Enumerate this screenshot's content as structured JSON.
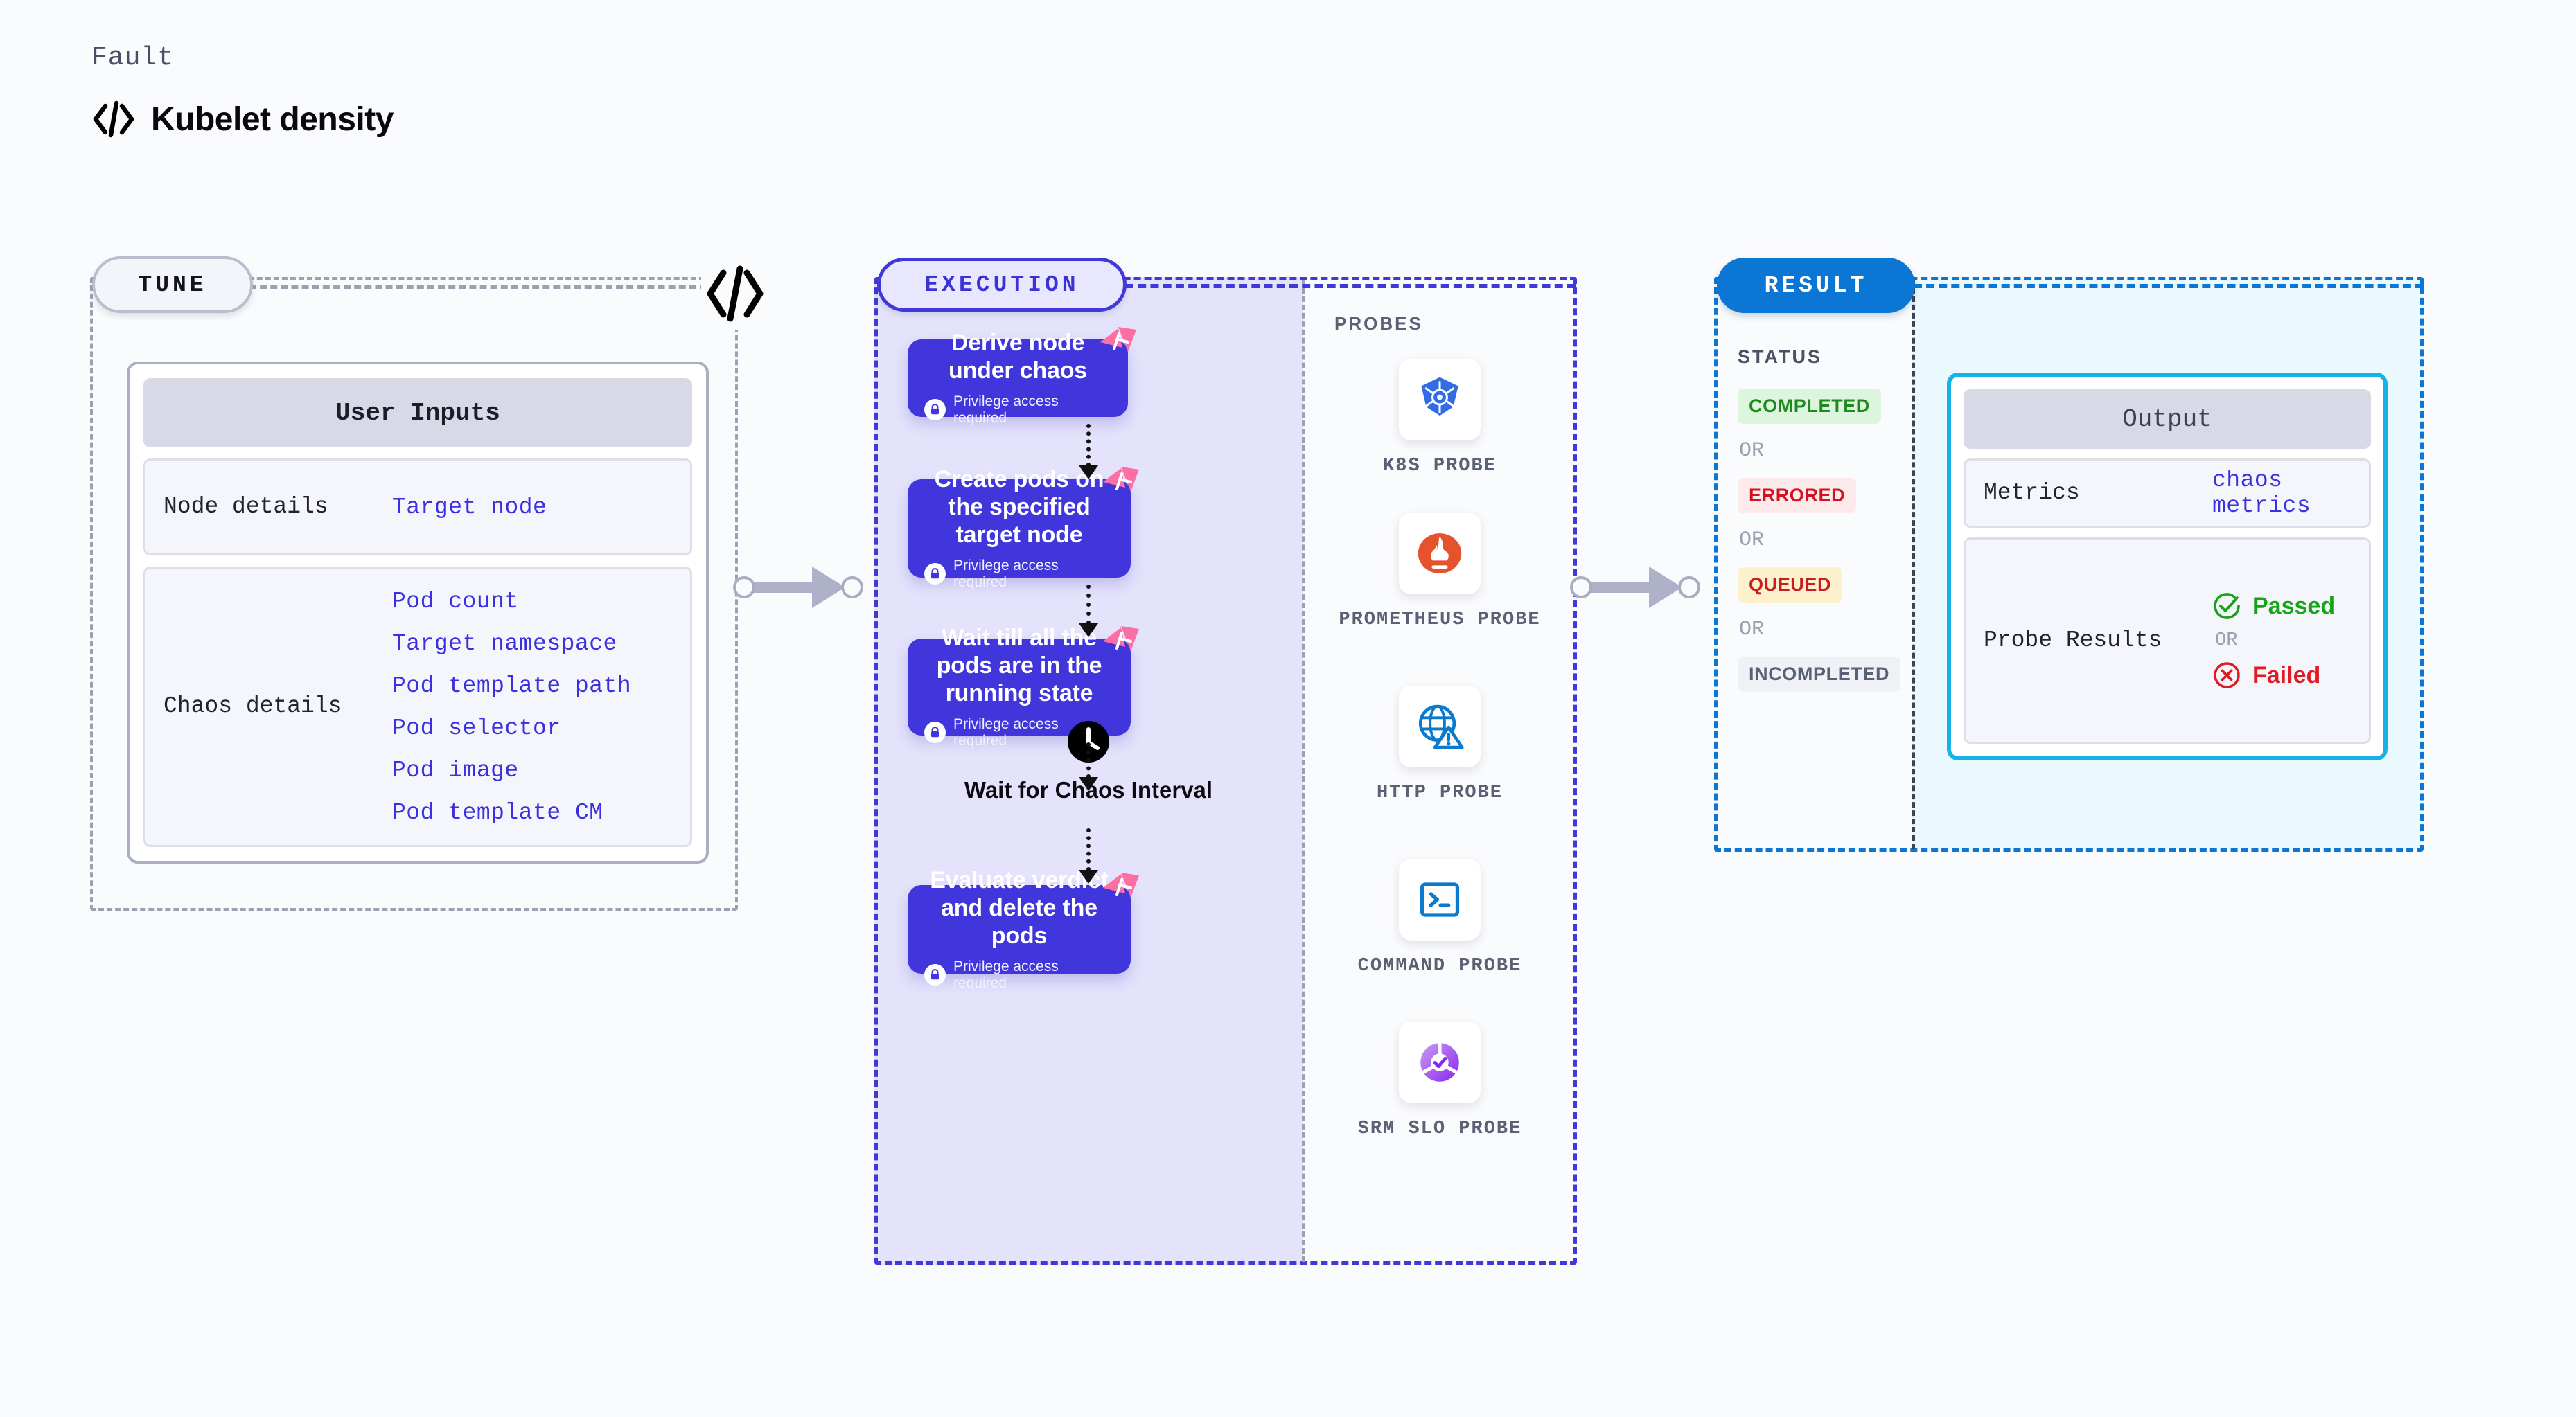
{
  "header": {
    "eyebrow": "Fault",
    "title": "Kubelet density",
    "icon": "code-icon"
  },
  "tune": {
    "chip_label": "TUNE",
    "code_icon": "code-icon",
    "card": {
      "header": "User Inputs",
      "fields": [
        {
          "label": "Node details",
          "values": [
            "Target node"
          ]
        },
        {
          "label": "Chaos details",
          "values": [
            "Pod count",
            "Target namespace",
            "Pod template path",
            "Pod selector",
            "Pod image",
            "Pod template CM"
          ]
        }
      ]
    }
  },
  "execution": {
    "chip_label": "EXECUTION",
    "privilege_note": "Privilege access required",
    "nodes": [
      {
        "title": "Derive node under chaos",
        "privileged": true
      },
      {
        "title": "Create pods on the specified target node",
        "privileged": true
      },
      {
        "title": "Wait till all the pods are in the running state",
        "privileged": true
      },
      {
        "title": "Evaluate verdict and delete the pods",
        "privileged": true
      }
    ],
    "wait_step": {
      "icon": "clock-icon",
      "label": "Wait for Chaos Interval"
    }
  },
  "probes": {
    "title": "PROBES",
    "items": [
      {
        "label": "K8S PROBE",
        "icon": "kubernetes-icon"
      },
      {
        "label": "PROMETHEUS PROBE",
        "icon": "prometheus-icon"
      },
      {
        "label": "HTTP PROBE",
        "icon": "globe-warning-icon"
      },
      {
        "label": "COMMAND PROBE",
        "icon": "terminal-icon"
      },
      {
        "label": "SRM SLO PROBE",
        "icon": "slo-donut-icon"
      }
    ]
  },
  "result": {
    "chip_label": "RESULT",
    "status_title": "STATUS",
    "or_label": "OR",
    "statuses": [
      {
        "label": "COMPLETED",
        "color": "#1f8a1f",
        "bg": "#ddf5dc"
      },
      {
        "label": "ERRORED",
        "color": "#cf1322",
        "bg": "#fdeaea"
      },
      {
        "label": "QUEUED",
        "color": "#c81e1e",
        "bg": "#fdf0cd"
      },
      {
        "label": "INCOMPLETED",
        "color": "#5a6175",
        "bg": "#f0f1f6"
      }
    ],
    "output": {
      "header": "Output",
      "metrics_label": "Metrics",
      "metrics_value": "chaos metrics",
      "probe_results_label": "Probe Results",
      "or_label": "OR",
      "passed_label": "Passed",
      "passed_color": "#17a317",
      "failed_label": "Failed",
      "failed_color": "#e01b24"
    }
  },
  "colors": {
    "execution_node": "#4036dc",
    "execution_fill": "#e4e3fb",
    "result_accent": "#0b76d4",
    "output_border": "#19b2e6",
    "ribbon": "#fb6fa3"
  }
}
